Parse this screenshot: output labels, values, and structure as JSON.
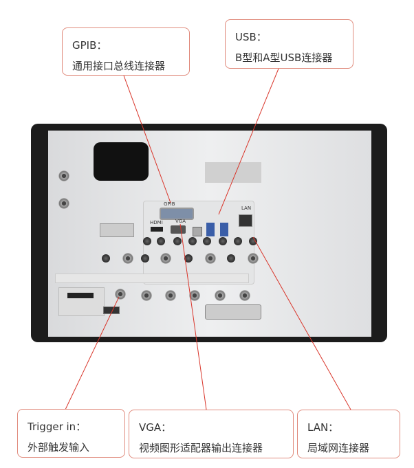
{
  "callouts": {
    "gpib": {
      "title": "GPIB：",
      "desc": "通用接口总线连接器"
    },
    "usb": {
      "title": "USB：",
      "desc": "B型和A型USB连接器"
    },
    "trigger": {
      "title": "Trigger in：",
      "desc": "外部触发输入"
    },
    "vga": {
      "title": "VGA：",
      "desc": "视频图形适配器输出连接器"
    },
    "lan": {
      "title": "LAN：",
      "desc": "局域网连接器"
    }
  },
  "panel_labels": {
    "gpib": "GPIB",
    "hdmi": "HDMI",
    "vga": "VGA",
    "lan": "LAN"
  },
  "colors": {
    "callout_border": "#e08a7c",
    "leader_line": "#d9352a"
  }
}
